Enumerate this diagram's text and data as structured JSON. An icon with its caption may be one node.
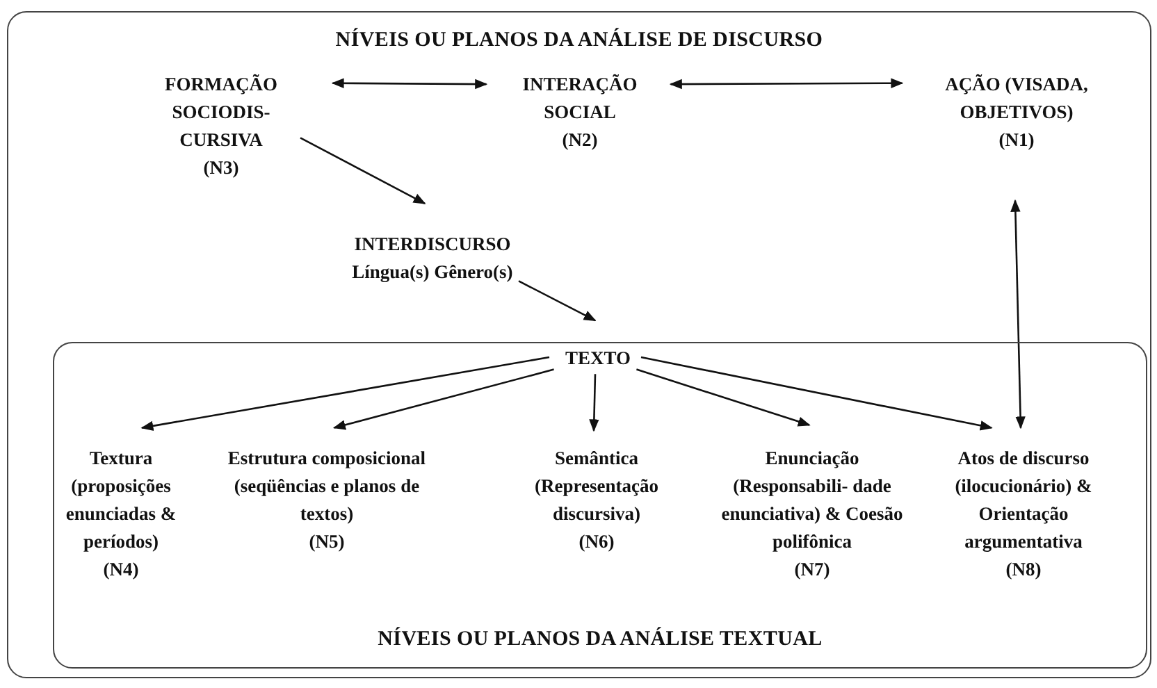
{
  "diagram": {
    "nodes": [
      {
        "text": [
          "NÍVEIS OU PLANOS DA ANÁLISE DE DISCURSO"
        ]
      },
      {
        "text": [
          "FORMAÇÃO SOCIODIS- CURSIVA",
          "(N3)"
        ],
        "in": 0
      },
      {
        "text": [
          "INTERAÇÃO SOCIAL",
          "(N2)"
        ],
        "in": 0
      },
      {
        "text": [
          "AÇÃO (VISADA, OBJETIVOS)",
          "(N1)"
        ],
        "in": 0
      },
      {
        "text": [
          "INTERDISCURSO",
          "Língua(s) Gênero(s)"
        ],
        "in": 0
      },
      {
        "text": [
          "NÍVEIS OU PLANOS DA ANÁLISE TEXTUAL"
        ],
        "in": 0
      },
      {
        "text": [
          "TEXTO"
        ],
        "in": 5
      },
      {
        "text": [
          "Textura (proposições enunciadas & períodos)",
          "(N4)"
        ],
        "in": 5
      },
      {
        "text": [
          "Estrutura composicional (seqüências e planos de textos)",
          "(N5)"
        ],
        "in": 5
      },
      {
        "text": [
          "Semântica (Representação discursiva)",
          "(N6)"
        ],
        "in": 5
      },
      {
        "text": [
          "Enunciação (Responsabili- dade enunciativa) & Coesão polifônica",
          "(N7)"
        ],
        "in": 5
      },
      {
        "text": [
          "Atos de discurso (ilocucionário) & Orientação argumentativa",
          "(N8)"
        ],
        "in": 5
      }
    ],
    "edges": [
      {
        "from": 1,
        "to": 2,
        "arrow": "both"
      },
      {
        "from": 2,
        "to": 3,
        "arrow": "both"
      },
      {
        "from": 1,
        "to": 4,
        "arrow": "to"
      },
      {
        "from": 4,
        "to": 6,
        "arrow": "to"
      },
      {
        "from": 3,
        "to": 11,
        "arrow": "both"
      },
      {
        "from": 6,
        "to": 7,
        "arrow": "to"
      },
      {
        "from": 6,
        "to": 8,
        "arrow": "to"
      },
      {
        "from": 6,
        "to": 9,
        "arrow": "to"
      },
      {
        "from": 6,
        "to": 10,
        "arrow": "to"
      },
      {
        "from": 6,
        "to": 11,
        "arrow": "to"
      }
    ]
  }
}
